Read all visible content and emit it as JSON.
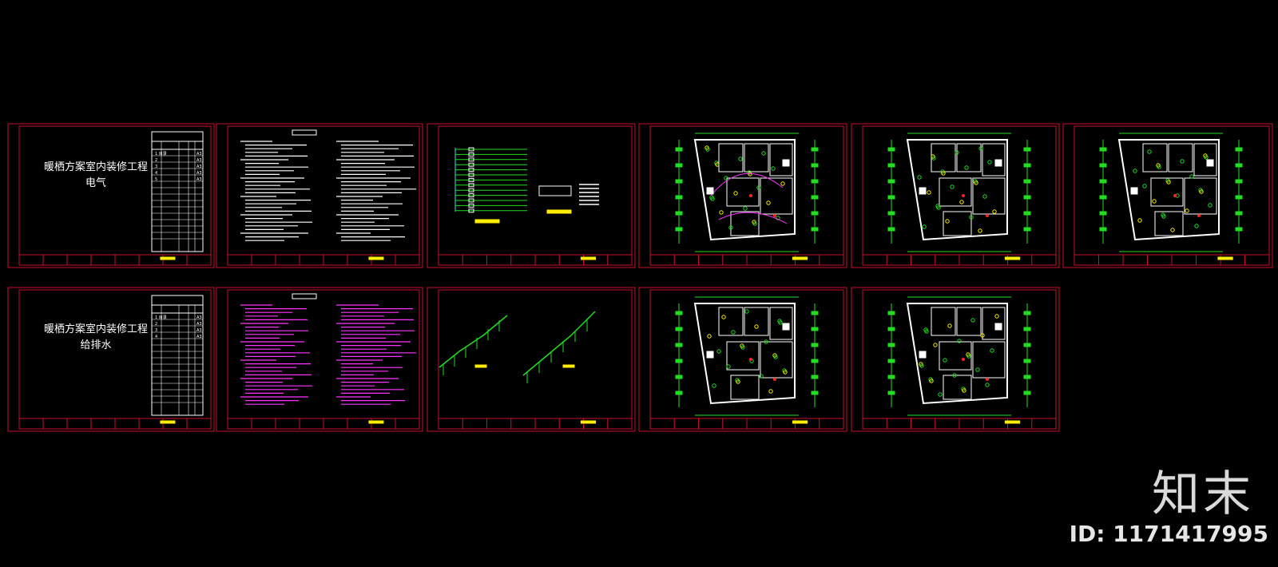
{
  "sheets_top": [
    {
      "id": "s1",
      "title1": "暖栖方案室内装修工程",
      "title2": "电气",
      "kind": "cover"
    },
    {
      "id": "s2",
      "kind": "notes"
    },
    {
      "id": "s3",
      "kind": "system"
    },
    {
      "id": "s4",
      "kind": "plan"
    },
    {
      "id": "s5",
      "kind": "plan"
    },
    {
      "id": "s6",
      "kind": "plan"
    }
  ],
  "sheets_bottom": [
    {
      "id": "s7",
      "title1": "暖栖方案室内装修工程",
      "title2": "给排水",
      "kind": "cover"
    },
    {
      "id": "s8",
      "kind": "notes"
    },
    {
      "id": "s9",
      "kind": "pipes"
    },
    {
      "id": "s10",
      "kind": "plan"
    },
    {
      "id": "s11",
      "kind": "plan"
    }
  ],
  "cover_table_top": {
    "rows": [
      [
        "1",
        "目录",
        "",
        "1",
        "A3"
      ],
      [
        "2",
        "",
        "",
        "1",
        "A3"
      ],
      [
        "3",
        "",
        "",
        "1",
        "A3"
      ],
      [
        "4",
        "",
        "",
        "1",
        "A3"
      ],
      [
        "5",
        "",
        "",
        "1",
        "A3"
      ]
    ]
  },
  "cover_table_bottom": {
    "rows": [
      [
        "1",
        "目录",
        "",
        "1",
        "A3"
      ],
      [
        "2",
        "",
        "",
        "1",
        "A3"
      ],
      [
        "3",
        "",
        "",
        "1",
        "A3"
      ],
      [
        "4",
        "",
        "",
        "1",
        "A3"
      ]
    ]
  },
  "watermark": {
    "brand": "知末",
    "id_text": "ID: 1171417995"
  },
  "colors": {
    "frame": "#c8102e",
    "line_green": "#22dd22",
    "line_yellow": "#ffee00",
    "line_magenta": "#ff33ff",
    "line_cyan": "#33dddd",
    "line_white": "#ffffff"
  }
}
